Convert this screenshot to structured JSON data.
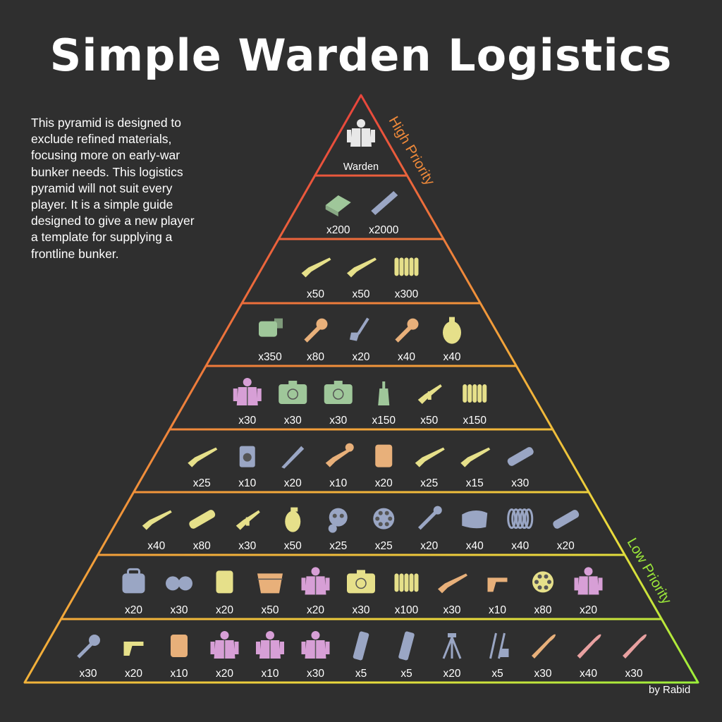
{
  "title": "Simple Warden Logistics",
  "description": [
    "This pyramid is designed to",
    "exclude refined materials,",
    "focusing more on early-war",
    "bunker needs. This logistics",
    "pyramid will not suit every",
    "player. It is a simple guide",
    "designed to give a new player",
    "a template for supplying a",
    "frontline bunker."
  ],
  "high_priority_label": "High Priority",
  "low_priority_label": "Low Priority",
  "credit": "by Rabid",
  "colors": {
    "background": "#2f2f2f",
    "top": "#e8453c",
    "bottom": "#c8ef3a"
  },
  "tiers": [
    {
      "items": [
        {
          "icon": "warden-uniform-icon",
          "color": "#e8e8e8",
          "qty": "Warden"
        }
      ]
    },
    {
      "items": [
        {
          "icon": "basic-materials-icon",
          "color": "#9fc79a",
          "qty": "x200"
        },
        {
          "icon": "salvage-rails-icon",
          "color": "#9aa6c4",
          "qty": "x2000"
        }
      ]
    },
    {
      "items": [
        {
          "icon": "rifle-icon",
          "color": "#e6e08a",
          "qty": "x50"
        },
        {
          "icon": "rifle-icon",
          "color": "#e6e08a",
          "qty": "x50"
        },
        {
          "icon": "rifle-ammo-icon",
          "color": "#e6e08a",
          "qty": "x300"
        }
      ]
    },
    {
      "items": [
        {
          "icon": "bandage-icon",
          "color": "#9fc79a",
          "qty": "x350"
        },
        {
          "icon": "grenade-icon",
          "color": "#e8b07a",
          "qty": "x80"
        },
        {
          "icon": "shovel-icon",
          "color": "#9aa6c4",
          "qty": "x20"
        },
        {
          "icon": "sticky-bomb-icon",
          "color": "#e8b07a",
          "qty": "x40"
        },
        {
          "icon": "frag-grenade-icon",
          "color": "#e6e08a",
          "qty": "x40"
        }
      ]
    },
    {
      "items": [
        {
          "icon": "medic-uniform-icon",
          "color": "#d79fd6",
          "qty": "x30"
        },
        {
          "icon": "first-aid-kit-icon",
          "color": "#9fc79a",
          "qty": "x30"
        },
        {
          "icon": "trauma-kit-icon",
          "color": "#9fc79a",
          "qty": "x30"
        },
        {
          "icon": "blood-plasma-icon",
          "color": "#9fc79a",
          "qty": "x150"
        },
        {
          "icon": "smg-icon",
          "color": "#e6e08a",
          "qty": "x50"
        },
        {
          "icon": "smg-ammo-icon",
          "color": "#e6e08a",
          "qty": "x150"
        }
      ]
    },
    {
      "items": [
        {
          "icon": "sniper-rifle-icon",
          "color": "#e6e08a",
          "qty": "x25"
        },
        {
          "icon": "radio-icon",
          "color": "#9aa6c4",
          "qty": "x10"
        },
        {
          "icon": "bayonet-icon",
          "color": "#9aa6c4",
          "qty": "x20"
        },
        {
          "icon": "rpg-icon",
          "color": "#e8b07a",
          "qty": "x10"
        },
        {
          "icon": "rpg-shell-icon",
          "color": "#e8b07a",
          "qty": "x20"
        },
        {
          "icon": "rifle-icon",
          "color": "#e6e08a",
          "qty": "x25"
        },
        {
          "icon": "rifle-icon",
          "color": "#e6e08a",
          "qty": "x15"
        },
        {
          "icon": "gas-tank-icon",
          "color": "#9aa6c4",
          "qty": "x30"
        }
      ]
    },
    {
      "items": [
        {
          "icon": "shotgun-icon",
          "color": "#e6e08a",
          "qty": "x40"
        },
        {
          "icon": "mortar-shell-icon",
          "color": "#e6e08a",
          "qty": "x80"
        },
        {
          "icon": "assault-rifle-icon",
          "color": "#e6e08a",
          "qty": "x30"
        },
        {
          "icon": "smoke-grenade-icon",
          "color": "#e6e08a",
          "qty": "x50"
        },
        {
          "icon": "gas-mask-icon",
          "color": "#9aa6c4",
          "qty": "x25"
        },
        {
          "icon": "gas-filter-icon",
          "color": "#9aa6c4",
          "qty": "x25"
        },
        {
          "icon": "wrench-icon",
          "color": "#9aa6c4",
          "qty": "x20"
        },
        {
          "icon": "sandbag-icon",
          "color": "#9aa6c4",
          "qty": "x40"
        },
        {
          "icon": "barbed-wire-icon",
          "color": "#9aa6c4",
          "qty": "x40"
        },
        {
          "icon": "metal-beam-icon",
          "color": "#9aa6c4",
          "qty": "x20"
        }
      ]
    },
    {
      "items": [
        {
          "icon": "backpack-icon",
          "color": "#9aa6c4",
          "qty": "x20"
        },
        {
          "icon": "binoculars-icon",
          "color": "#9aa6c4",
          "qty": "x30"
        },
        {
          "icon": "canister-icon",
          "color": "#e6e08a",
          "qty": "x20"
        },
        {
          "icon": "bucket-icon",
          "color": "#e8b07a",
          "qty": "x50"
        },
        {
          "icon": "soldier-uniform-icon",
          "color": "#d79fd6",
          "qty": "x20"
        },
        {
          "icon": "ammo-box-icon",
          "color": "#e6e08a",
          "qty": "x30"
        },
        {
          "icon": "mg-ammo-icon",
          "color": "#e6e08a",
          "qty": "x100"
        },
        {
          "icon": "machine-gun-icon",
          "color": "#e8b07a",
          "qty": "x30"
        },
        {
          "icon": "revolver-icon",
          "color": "#e8b07a",
          "qty": "x10"
        },
        {
          "icon": "revolver-ammo-icon",
          "color": "#e6e08a",
          "qty": "x80"
        },
        {
          "icon": "officer-uniform-icon",
          "color": "#d79fd6",
          "qty": "x20"
        }
      ]
    },
    {
      "items": [
        {
          "icon": "mace-icon",
          "color": "#9aa6c4",
          "qty": "x30"
        },
        {
          "icon": "pistol-icon",
          "color": "#e6e08a",
          "qty": "x20"
        },
        {
          "icon": "flask-icon",
          "color": "#e8b07a",
          "qty": "x10"
        },
        {
          "icon": "engineer-uniform-icon",
          "color": "#d79fd6",
          "qty": "x20"
        },
        {
          "icon": "scout-uniform-icon",
          "color": "#d79fd6",
          "qty": "x10"
        },
        {
          "icon": "ambusher-uniform-icon",
          "color": "#d79fd6",
          "qty": "x30"
        },
        {
          "icon": "bangalore-icon",
          "color": "#9aa6c4",
          "qty": "x5"
        },
        {
          "icon": "torpedo-icon",
          "color": "#9aa6c4",
          "qty": "x5"
        },
        {
          "icon": "tripod-icon",
          "color": "#9aa6c4",
          "qty": "x20"
        },
        {
          "icon": "ladder-kit-icon",
          "color": "#9aa6c4",
          "qty": "x5"
        },
        {
          "icon": "artillery-shell-icon",
          "color": "#e8b07a",
          "qty": "x30"
        },
        {
          "icon": "shell-icon",
          "color": "#e8a0a0",
          "qty": "x40"
        },
        {
          "icon": "shell-icon",
          "color": "#e8a0a0",
          "qty": "x30"
        }
      ]
    }
  ]
}
